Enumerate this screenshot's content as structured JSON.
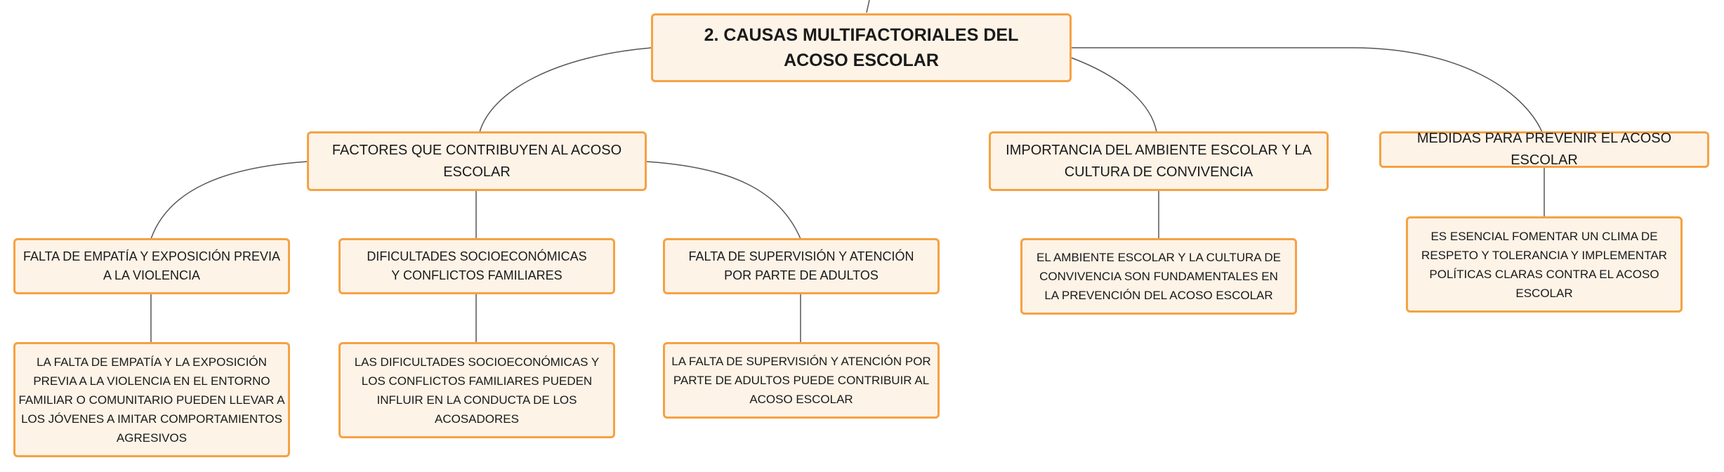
{
  "colors": {
    "node_fill": "#fdf3e7",
    "node_border": "#f5a243",
    "connector": "#555555",
    "text": "#1a1a1a"
  },
  "root": {
    "label": "2. CAUSAS MULTIFACTORIALES DEL ACOSO ESCOLAR"
  },
  "topics": [
    {
      "label": "FACTORES QUE CONTRIBUYEN AL ACOSO ESCOLAR",
      "children": [
        {
          "label": "FALTA DE EMPATÍA Y EXPOSICIÓN PREVIA A LA VIOLENCIA",
          "detail": "LA FALTA DE EMPATÍA Y LA EXPOSICIÓN PREVIA A LA VIOLENCIA EN EL ENTORNO FAMILIAR O COMUNITARIO PUEDEN LLEVAR A LOS JÓVENES A IMITAR COMPORTAMIENTOS AGRESIVOS"
        },
        {
          "label": "DIFICULTADES SOCIOECONÓMICAS Y CONFLICTOS FAMILIARES",
          "detail": "LAS DIFICULTADES SOCIOECONÓMICAS Y LOS CONFLICTOS FAMILIARES PUEDEN INFLUIR EN LA CONDUCTA DE LOS ACOSADORES"
        },
        {
          "label": "FALTA DE SUPERVISIÓN Y ATENCIÓN POR PARTE DE ADULTOS",
          "detail": "LA FALTA DE SUPERVISIÓN Y ATENCIÓN POR PARTE DE ADULTOS PUEDE CONTRIBUIR AL ACOSO ESCOLAR"
        }
      ]
    },
    {
      "label": "IMPORTANCIA DEL AMBIENTE ESCOLAR Y LA CULTURA DE CONVIVENCIA",
      "detail": "EL AMBIENTE ESCOLAR Y LA CULTURA DE CONVIVENCIA SON FUNDAMENTALES EN LA PREVENCIÓN DEL ACOSO ESCOLAR"
    },
    {
      "label": "MEDIDAS PARA PREVENIR EL ACOSO ESCOLAR",
      "detail": "ES ESENCIAL FOMENTAR UN CLIMA DE RESPETO Y TOLERANCIA Y IMPLEMENTAR POLÍTICAS CLARAS CONTRA EL ACOSO ESCOLAR"
    }
  ]
}
